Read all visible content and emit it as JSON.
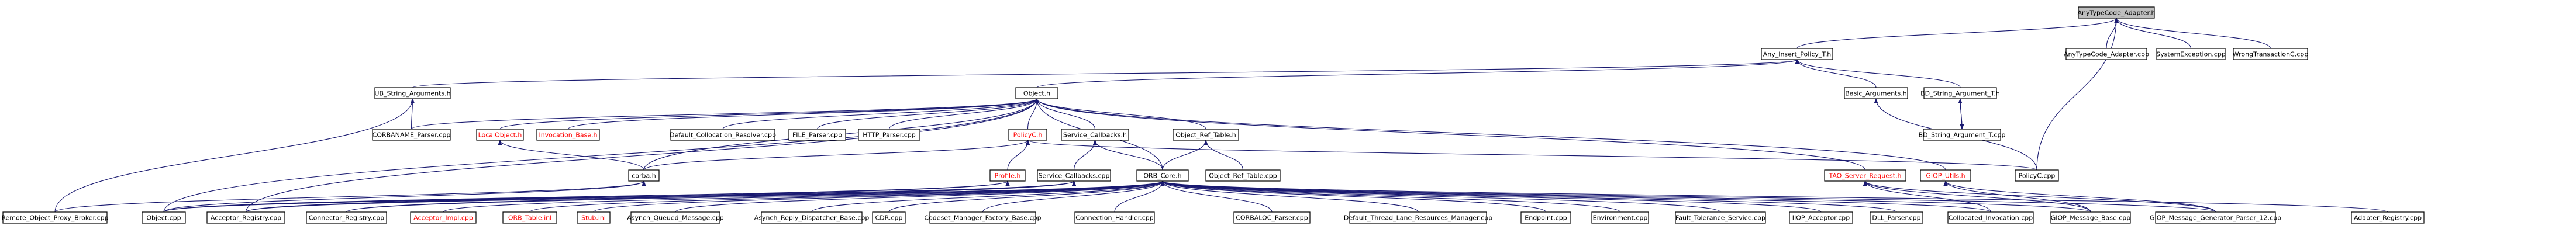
{
  "colors": {
    "edge": "#191970",
    "node_border": "#000000",
    "node_fill": "#ffffff",
    "root_fill": "#bfbfbf",
    "text_normal": "#000000",
    "text_undocumented": "#ff0000"
  },
  "nodes": [
    {
      "id": "root",
      "label": "AnyTypeCode_Adapter.h",
      "root": true
    },
    {
      "id": "any_insert",
      "label": "Any_Insert_Policy_T.h"
    },
    {
      "id": "anytypecode_cpp",
      "label": "AnyTypeCode_Adapter.cpp"
    },
    {
      "id": "systemexception",
      "label": "SystemException.cpp"
    },
    {
      "id": "wrongtransaction",
      "label": "WrongTransactionC.cpp"
    },
    {
      "id": "ub_string",
      "label": "UB_String_Arguments.h"
    },
    {
      "id": "object_h",
      "label": "Object.h"
    },
    {
      "id": "basic_args",
      "label": "Basic_Arguments.h"
    },
    {
      "id": "bd_string_h",
      "label": "BD_String_Argument_T.h"
    },
    {
      "id": "bd_string_cpp",
      "label": "BD_String_Argument_T.cpp"
    },
    {
      "id": "corbaname",
      "label": "CORBANAME_Parser.cpp"
    },
    {
      "id": "localobject",
      "label": "LocalObject.h",
      "undocumented": true
    },
    {
      "id": "invocation_base",
      "label": "Invocation_Base.h",
      "undocumented": true
    },
    {
      "id": "default_collocation",
      "label": "Default_Collocation_Resolver.cpp"
    },
    {
      "id": "file_parser",
      "label": "FILE_Parser.cpp"
    },
    {
      "id": "http_parser",
      "label": "HTTP_Parser.cpp"
    },
    {
      "id": "policyc_h",
      "label": "PolicyC.h",
      "undocumented": true
    },
    {
      "id": "service_callbacks_h",
      "label": "Service_Callbacks.h"
    },
    {
      "id": "object_ref_table_h",
      "label": "Object_Ref_Table.h"
    },
    {
      "id": "corba_h",
      "label": "corba.h"
    },
    {
      "id": "profile_h",
      "label": "Profile.h",
      "undocumented": true
    },
    {
      "id": "service_callbacks_cpp",
      "label": "Service_Callbacks.cpp"
    },
    {
      "id": "orb_core_h",
      "label": "ORB_Core.h"
    },
    {
      "id": "object_ref_table_cpp",
      "label": "Object_Ref_Table.cpp"
    },
    {
      "id": "tao_server_request",
      "label": "TAO_Server_Request.h",
      "undocumented": true
    },
    {
      "id": "giop_utils",
      "label": "GIOP_Utils.h",
      "undocumented": true
    },
    {
      "id": "policyc_cpp",
      "label": "PolicyC.cpp"
    },
    {
      "id": "remote_object_proxy",
      "label": "Remote_Object_Proxy_Broker.cpp"
    },
    {
      "id": "object_cpp",
      "label": "Object.cpp"
    },
    {
      "id": "acceptor_registry",
      "label": "Acceptor_Registry.cpp"
    },
    {
      "id": "connector_registry",
      "label": "Connector_Registry.cpp"
    },
    {
      "id": "acceptor_impl",
      "label": "Acceptor_Impl.cpp",
      "undocumented": true
    },
    {
      "id": "orb_table_inl",
      "label": "ORB_Table.inl",
      "undocumented": true
    },
    {
      "id": "stub_inl",
      "label": "Stub.inl",
      "undocumented": true
    },
    {
      "id": "asynch_queued",
      "label": "Asynch_Queued_Message.cpp"
    },
    {
      "id": "asynch_reply",
      "label": "Asynch_Reply_Dispatcher_Base.cpp"
    },
    {
      "id": "cdr_cpp",
      "label": "CDR.cpp"
    },
    {
      "id": "codeset_manager",
      "label": "Codeset_Manager_Factory_Base.cpp"
    },
    {
      "id": "connection_handler",
      "label": "Connection_Handler.cpp"
    },
    {
      "id": "corbaloc_parser",
      "label": "CORBALOC_Parser.cpp"
    },
    {
      "id": "default_thread_lane",
      "label": "Default_Thread_Lane_Resources_Manager.cpp"
    },
    {
      "id": "endpoint_cpp",
      "label": "Endpoint.cpp"
    },
    {
      "id": "environment_cpp",
      "label": "Environment.cpp"
    },
    {
      "id": "fault_tolerance",
      "label": "Fault_Tolerance_Service.cpp"
    },
    {
      "id": "iiop_acceptor",
      "label": "IIOP_Acceptor.cpp"
    },
    {
      "id": "dll_parser",
      "label": "DLL_Parser.cpp"
    },
    {
      "id": "collocated_invocation",
      "label": "Collocated_Invocation.cpp"
    },
    {
      "id": "giop_message_base",
      "label": "GIOP_Message_Base.cpp"
    },
    {
      "id": "giop_generator_12",
      "label": "GIOP_Message_Generator_Parser_12.cpp"
    },
    {
      "id": "adapter_registry",
      "label": "Adapter_Registry.cpp"
    }
  ],
  "edges": [
    [
      "any_insert",
      "root"
    ],
    [
      "anytypecode_cpp",
      "root"
    ],
    [
      "systemexception",
      "root"
    ],
    [
      "wrongtransaction",
      "root"
    ],
    [
      "policyc_cpp",
      "root"
    ],
    [
      "ub_string",
      "any_insert"
    ],
    [
      "object_h",
      "any_insert"
    ],
    [
      "basic_args",
      "any_insert"
    ],
    [
      "bd_string_h",
      "any_insert"
    ],
    [
      "corbaname",
      "ub_string"
    ],
    [
      "remote_object_proxy",
      "ub_string"
    ],
    [
      "corbaname",
      "object_h"
    ],
    [
      "localobject",
      "object_h"
    ],
    [
      "invocation_base",
      "object_h"
    ],
    [
      "default_collocation",
      "object_h"
    ],
    [
      "file_parser",
      "object_h"
    ],
    [
      "http_parser",
      "object_h"
    ],
    [
      "policyc_h",
      "object_h"
    ],
    [
      "service_callbacks_h",
      "object_h"
    ],
    [
      "object_ref_table_h",
      "object_h"
    ],
    [
      "corba_h",
      "object_h"
    ],
    [
      "orb_core_h",
      "object_h"
    ],
    [
      "tao_server_request",
      "object_h"
    ],
    [
      "giop_utils",
      "object_h"
    ],
    [
      "object_cpp",
      "object_h"
    ],
    [
      "acceptor_registry",
      "object_h"
    ],
    [
      "policyc_cpp",
      "basic_args"
    ],
    [
      "bd_string_cpp",
      "bd_string_h"
    ],
    [
      "bd_string_h",
      "bd_string_cpp"
    ],
    [
      "corba_h",
      "localobject"
    ],
    [
      "profile_h",
      "policyc_h"
    ],
    [
      "corba_h",
      "policyc_h"
    ],
    [
      "policyc_cpp",
      "policyc_h"
    ],
    [
      "service_callbacks_cpp",
      "service_callbacks_h"
    ],
    [
      "orb_core_h",
      "service_callbacks_h"
    ],
    [
      "object_ref_table_cpp",
      "object_ref_table_h"
    ],
    [
      "orb_core_h",
      "object_ref_table_h"
    ],
    [
      "acceptor_registry",
      "profile_h"
    ],
    [
      "object_cpp",
      "profile_h"
    ],
    [
      "object_cpp",
      "orb_core_h"
    ],
    [
      "acceptor_registry",
      "orb_core_h"
    ],
    [
      "connector_registry",
      "orb_core_h"
    ],
    [
      "acceptor_impl",
      "orb_core_h"
    ],
    [
      "orb_table_inl",
      "orb_core_h"
    ],
    [
      "stub_inl",
      "orb_core_h"
    ],
    [
      "asynch_queued",
      "orb_core_h"
    ],
    [
      "asynch_reply",
      "orb_core_h"
    ],
    [
      "cdr_cpp",
      "orb_core_h"
    ],
    [
      "codeset_manager",
      "orb_core_h"
    ],
    [
      "connection_handler",
      "orb_core_h"
    ],
    [
      "corbaloc_parser",
      "orb_core_h"
    ],
    [
      "default_thread_lane",
      "orb_core_h"
    ],
    [
      "endpoint_cpp",
      "orb_core_h"
    ],
    [
      "environment_cpp",
      "orb_core_h"
    ],
    [
      "fault_tolerance",
      "orb_core_h"
    ],
    [
      "iiop_acceptor",
      "orb_core_h"
    ],
    [
      "dll_parser",
      "orb_core_h"
    ],
    [
      "collocated_invocation",
      "orb_core_h"
    ],
    [
      "giop_message_base",
      "orb_core_h"
    ],
    [
      "giop_generator_12",
      "orb_core_h"
    ],
    [
      "adapter_registry",
      "orb_core_h"
    ],
    [
      "object_cpp",
      "corba_h"
    ],
    [
      "remote_object_proxy",
      "corba_h"
    ],
    [
      "collocated_invocation",
      "tao_server_request"
    ],
    [
      "giop_message_base",
      "tao_server_request"
    ],
    [
      "giop_generator_12",
      "tao_server_request"
    ],
    [
      "giop_message_base",
      "giop_utils"
    ],
    [
      "giop_generator_12",
      "giop_utils"
    ],
    [
      "object_cpp",
      "service_callbacks_cpp"
    ],
    [
      "acceptor_registry",
      "service_callbacks_cpp"
    ],
    [
      "connector_registry",
      "service_callbacks_cpp"
    ]
  ]
}
